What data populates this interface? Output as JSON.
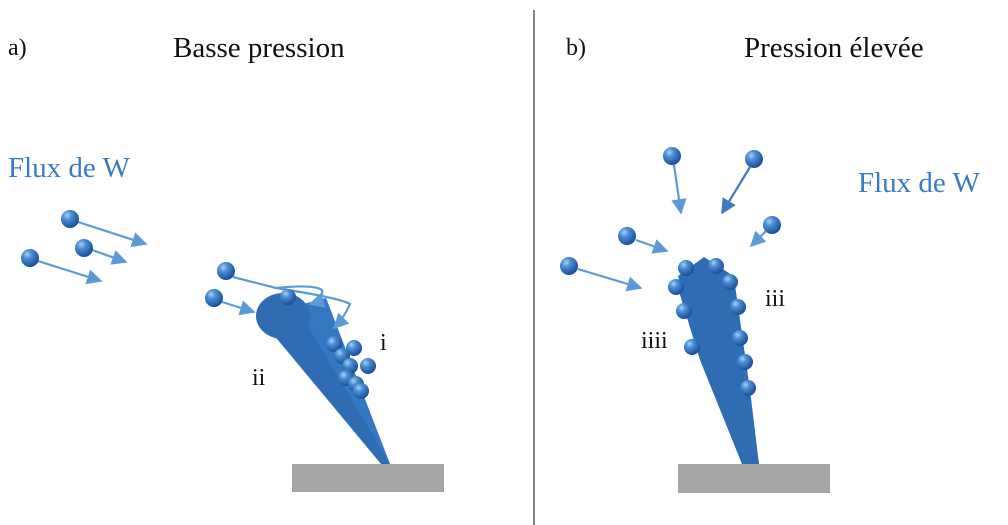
{
  "panel_a": {
    "letter": "a)",
    "title": "Basse pression",
    "flux_label": "Flux de W",
    "labels": {
      "i": "i",
      "ii": "ii"
    }
  },
  "panel_b": {
    "letter": "b)",
    "title": "Pression élevée",
    "flux_label": "Flux de W",
    "labels": {
      "iii": "iii",
      "iiii": "iiii"
    }
  },
  "colors": {
    "atom": "#2f6fbf",
    "arrow": "#5b9bd5",
    "column": "#2e6db4",
    "substrate": "#a6a6a6",
    "divider": "#333333",
    "flux_text": "#3a7cc0"
  }
}
